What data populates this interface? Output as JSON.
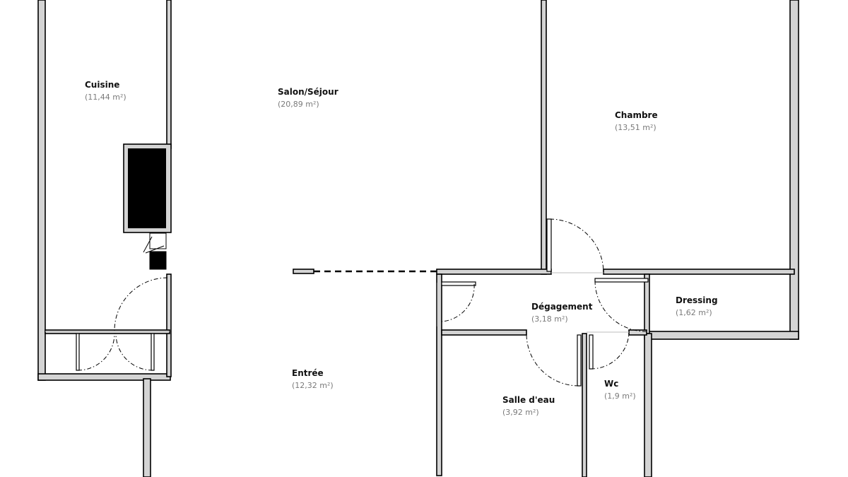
{
  "rooms": [
    {
      "id": "cuisine",
      "name": "Cuisine",
      "area": "(11,44 m²)"
    },
    {
      "id": "salon",
      "name": "Salon/Séjour",
      "area": "(20,89 m²)"
    },
    {
      "id": "chambre",
      "name": "Chambre",
      "area": "(13,51 m²)"
    },
    {
      "id": "degagement",
      "name": "Dégagement",
      "area": "(3,18 m²)"
    },
    {
      "id": "dressing",
      "name": "Dressing",
      "area": "(1,62 m²)"
    },
    {
      "id": "entree",
      "name": "Entrée",
      "area": "(12,32 m²)"
    },
    {
      "id": "salle-eau",
      "name": "Salle d'eau",
      "area": "(3,92 m²)"
    },
    {
      "id": "wc",
      "name": "Wc",
      "area": "(1,9 m²)"
    }
  ],
  "colors": {
    "wall_fill": "#d4d4d4",
    "wall_stroke": "#000000",
    "appliance": "#000000",
    "room_name": "#111111",
    "room_area": "#7a7a7a"
  }
}
